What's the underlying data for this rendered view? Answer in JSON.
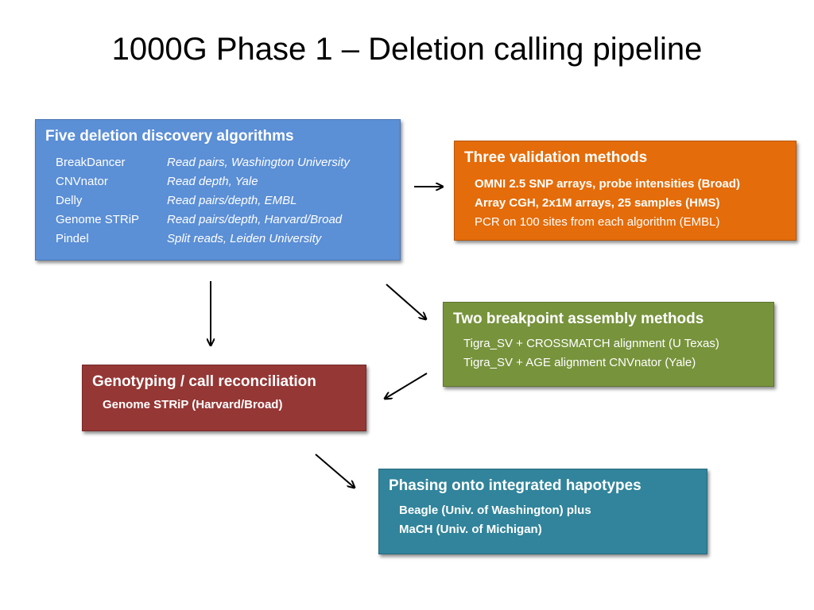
{
  "title": "1000G Phase 1 – Deletion calling pipeline",
  "boxes": {
    "discovery": {
      "title": "Five deletion discovery algorithms",
      "rows": [
        {
          "name": "BreakDancer",
          "desc": "Read pairs, Washington University"
        },
        {
          "name": "CNVnator",
          "desc": "Read depth, Yale"
        },
        {
          "name": "Delly",
          "desc": "Read pairs/depth, EMBL"
        },
        {
          "name": "Genome STRiP",
          "desc": "Read pairs/depth, Harvard/Broad"
        },
        {
          "name": "Pindel",
          "desc": "Split reads, Leiden University"
        }
      ],
      "color": "#5b8fd6"
    },
    "validation": {
      "title": "Three validation methods",
      "lines": [
        "OMNI 2.5 SNP arrays, probe intensities (Broad)",
        "Array CGH, 2x1M arrays, 25 samples (HMS)",
        "PCR on 100 sites from each algorithm (EMBL)"
      ],
      "color": "#e46c0a"
    },
    "assembly": {
      "title": "Two breakpoint assembly methods",
      "lines": [
        "Tigra_SV + CROSSMATCH alignment (U Texas)",
        "Tigra_SV + AGE alignment CNVnator (Yale)"
      ],
      "color": "#77933c"
    },
    "genotyping": {
      "title": "Genotyping / call reconciliation",
      "lines": [
        "Genome STRiP (Harvard/Broad)"
      ],
      "color": "#953735"
    },
    "phasing": {
      "title": "Phasing onto integrated hapotypes",
      "lines": [
        "Beagle (Univ. of Washington) plus",
        "MaCH (Univ. of Michigan)"
      ],
      "color": "#31849b"
    }
  }
}
